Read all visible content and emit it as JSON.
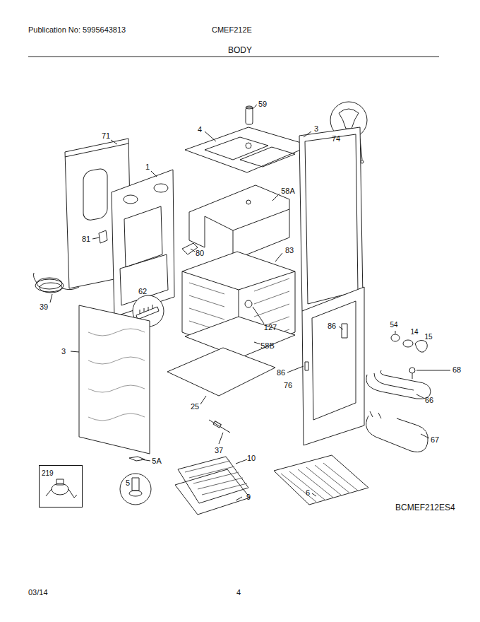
{
  "diagram": {
    "title": "BODY",
    "nodes": [
      {
        "text": [
          "219"
        ]
      }
    ],
    "labels": [
      "Publication No: 5995643813",
      "CMEF212E",
      "03/14",
      "4",
      "BCMEF212ES4",
      "59",
      "71",
      "4",
      "3",
      "74",
      "1",
      "58A",
      "81",
      "80",
      "83",
      "39",
      "62",
      "127",
      "86",
      "54",
      "14",
      "15",
      "3",
      "58B",
      "86",
      "76",
      "68",
      "66",
      "25",
      "37",
      "67",
      "5A",
      "10",
      "5",
      "9",
      "6"
    ]
  }
}
